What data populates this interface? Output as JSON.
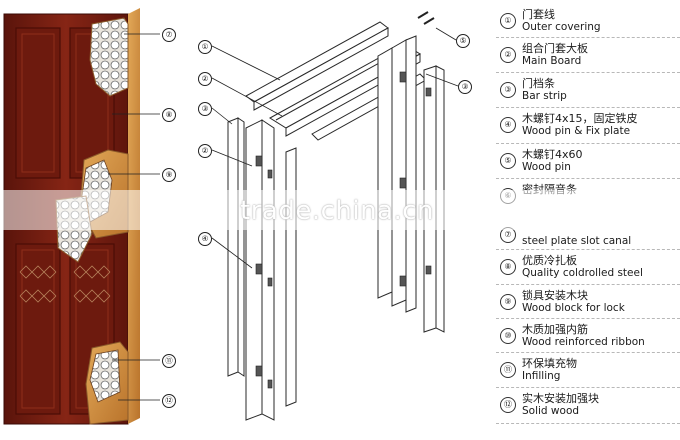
{
  "watermark": "trade.china.cn",
  "door_callouts": [
    {
      "id": "7",
      "label": "⑦"
    },
    {
      "id": "8",
      "label": "⑧"
    },
    {
      "id": "9",
      "label": "⑨"
    },
    {
      "id": "11",
      "label": "⑪"
    },
    {
      "id": "12",
      "label": "⑫"
    }
  ],
  "frame_callouts": [
    {
      "id": "1",
      "label": "①"
    },
    {
      "id": "2",
      "label": "②"
    },
    {
      "id": "3",
      "label": "③"
    },
    {
      "id": "4",
      "label": "④"
    },
    {
      "id": "5",
      "label": "⑤"
    }
  ],
  "legend": [
    {
      "num": "①",
      "cn": "门套线",
      "en": "Outer covering"
    },
    {
      "num": "②",
      "cn": "组合门套大板",
      "en": "Main Board"
    },
    {
      "num": "③",
      "cn": "门档条",
      "en": "Bar strip"
    },
    {
      "num": "④",
      "cn": "木螺钉4x15，固定铁皮",
      "en": "Wood pin & Fix plate"
    },
    {
      "num": "⑤",
      "cn": "木螺钉4x60",
      "en": "Wood pin"
    },
    {
      "num": "⑥",
      "cn": "密封隔音条",
      "en": ""
    },
    {
      "num": "⑦",
      "cn": "",
      "en": "steel plate slot canal"
    },
    {
      "num": "⑧",
      "cn": "优质冷扎板",
      "en": "Quality coldrolled steel"
    },
    {
      "num": "⑨",
      "cn": "锁具安装木块",
      "en": "Wood block for lock"
    },
    {
      "num": "⑩",
      "cn": "木质加强内筋",
      "en": "Wood reinforced ribbon"
    },
    {
      "num": "⑪",
      "cn": "环保填充物",
      "en": "Infilling"
    },
    {
      "num": "⑫",
      "cn": "实木安装加强块",
      "en": "Solid wood"
    }
  ],
  "colors": {
    "door_wood": "#7a1e12",
    "door_wood_dark": "#4e0f08",
    "door_core": "#c98a3a",
    "frame_line": "#2a2a2a"
  }
}
